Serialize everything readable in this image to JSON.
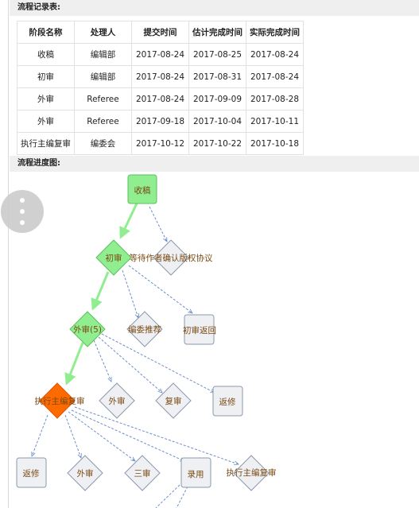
{
  "records_section": {
    "title": "流程记录表:"
  },
  "records_table": {
    "headers": [
      "阶段名称",
      "处理人",
      "提交时间",
      "估计完成时间",
      "实际完成时间"
    ],
    "rows": [
      [
        "收稿",
        "编辑部",
        "2017-08-24",
        "2017-08-25",
        "2017-08-24"
      ],
      [
        "初审",
        "编辑部",
        "2017-08-24",
        "2017-08-31",
        "2017-08-24"
      ],
      [
        "外审",
        "Referee",
        "2017-08-24",
        "2017-09-09",
        "2017-08-28"
      ],
      [
        "外审",
        "Referee",
        "2017-09-18",
        "2017-10-04",
        "2017-10-11"
      ],
      [
        "执行主编复审",
        "编委会",
        "2017-10-12",
        "2017-10-22",
        "2017-10-18"
      ]
    ]
  },
  "flow_section": {
    "title": "流程进度图:"
  },
  "flow_nodes": {
    "shougao": "收稿",
    "chushen": "初审",
    "dengdai": "等待作者确认版权协议",
    "waishen5": "外审(5)",
    "bianwei": "编委推荐",
    "chushen_back": "初审返回",
    "zhixing": "执行主编复审",
    "waishen_b": "外审",
    "fushen": "复审",
    "fanxiu_a": "返修",
    "fanxiu_b": "返修",
    "waishen_c": "外审",
    "sanshen": "三审",
    "luyong": "录用",
    "zhixing_b": "执行主编复审"
  },
  "colors": {
    "completed_node": "#90ee90",
    "current_node": "#ff6a00",
    "pending_node": "#eef0f4",
    "completed_edge": "#90ee90",
    "pending_edge": "#6b8fc7"
  },
  "menu_handle": {
    "icon": "vertical-dots-icon"
  }
}
